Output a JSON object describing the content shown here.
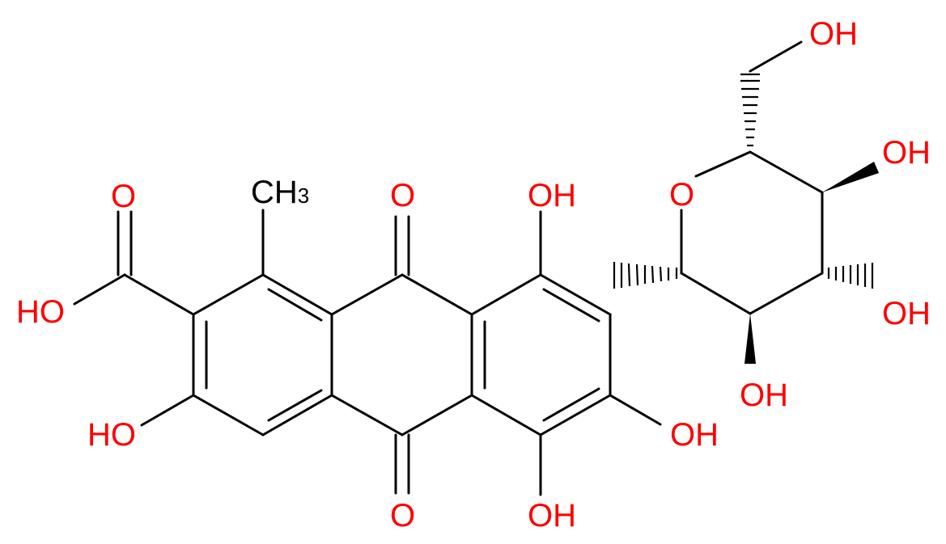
{
  "colors": {
    "bond": "#000000",
    "heteroatom": "#ff0000",
    "carbon_label": "#000000"
  },
  "labels": {
    "ho_cooh": "HO",
    "o_cooh": "O",
    "ch3_c": "CH",
    "ch3_sub": "3",
    "o_top": "O",
    "oh_peri_top": "OH",
    "o_ring": "O",
    "oh_ch2": "OH",
    "oh_c4": "OH",
    "oh_c3": "OH",
    "oh_c2": "OH",
    "ho_left": "HO",
    "o_bottom": "O",
    "oh_right": "OH",
    "oh_bottom": "OH"
  }
}
